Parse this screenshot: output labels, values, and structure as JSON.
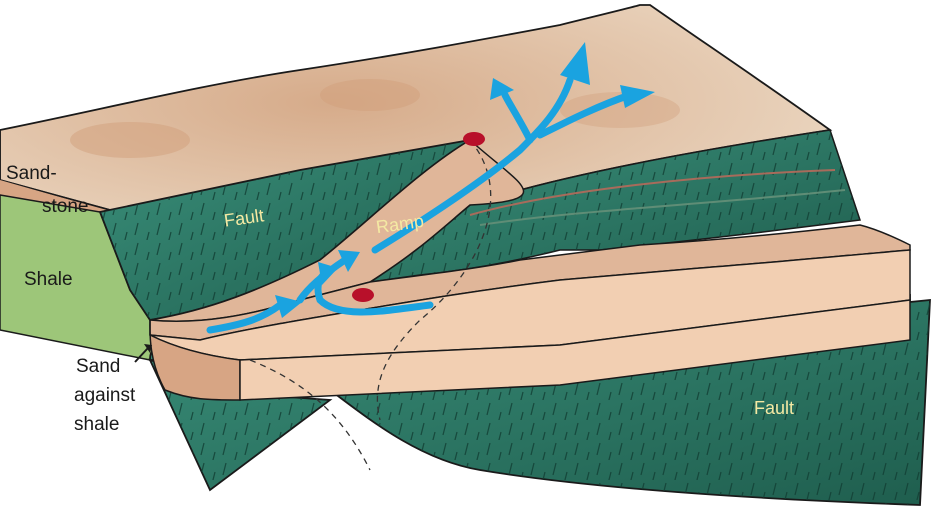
{
  "labels": {
    "sandstone_top": "Sand-",
    "sandstone_bottom": "stone",
    "shale": "Shale",
    "sand_against_shale_1": "Sand",
    "sand_against_shale_2": "against",
    "sand_against_shale_3": "shale",
    "fault_upper": "Fault",
    "fault_lower": "Fault",
    "ramp": "Ramp"
  },
  "colors": {
    "sandstone_top": "#e7cdb2",
    "sandstone_side": "#d7a584",
    "shale_side": "#9dc679",
    "fault_plane": "#2c7a66",
    "fault_plane_dark": "#1f5e4e",
    "sand_bed": "#f2cfb2",
    "flow_arrow": "#1aa3e0",
    "fault_tip": "#b8102a"
  },
  "icons": {
    "flow_arrows": "arrow-right-icon",
    "fault_tips": "dot-icon"
  }
}
